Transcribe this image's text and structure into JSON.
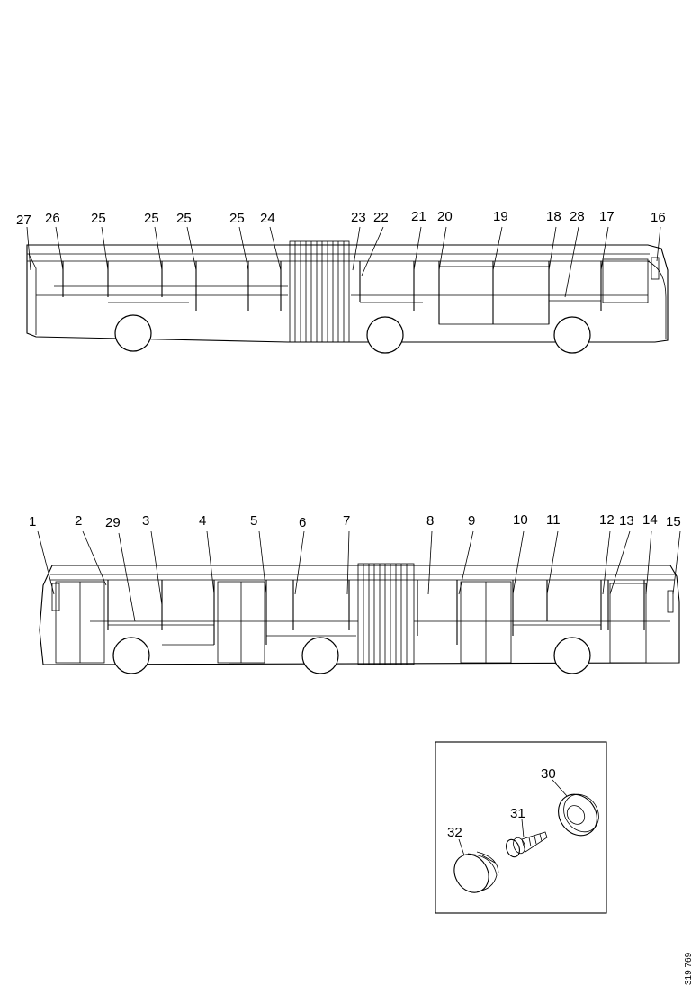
{
  "upper_view": {
    "callouts": [
      {
        "id": "c27",
        "label": "27"
      },
      {
        "id": "c26",
        "label": "26"
      },
      {
        "id": "c25a",
        "label": "25"
      },
      {
        "id": "c25b",
        "label": "25"
      },
      {
        "id": "c25c",
        "label": "25"
      },
      {
        "id": "c25d",
        "label": "25"
      },
      {
        "id": "c24",
        "label": "24"
      },
      {
        "id": "c23",
        "label": "23"
      },
      {
        "id": "c22",
        "label": "22"
      },
      {
        "id": "c21",
        "label": "21"
      },
      {
        "id": "c20",
        "label": "20"
      },
      {
        "id": "c19",
        "label": "19"
      },
      {
        "id": "c18",
        "label": "18"
      },
      {
        "id": "c28",
        "label": "28"
      },
      {
        "id": "c17",
        "label": "17"
      },
      {
        "id": "c16",
        "label": "16"
      }
    ]
  },
  "lower_view": {
    "callouts": [
      {
        "id": "c1",
        "label": "1"
      },
      {
        "id": "c2",
        "label": "2"
      },
      {
        "id": "c29",
        "label": "29"
      },
      {
        "id": "c3",
        "label": "3"
      },
      {
        "id": "c4",
        "label": "4"
      },
      {
        "id": "c5",
        "label": "5"
      },
      {
        "id": "c6",
        "label": "6"
      },
      {
        "id": "c7",
        "label": "7"
      },
      {
        "id": "c8",
        "label": "8"
      },
      {
        "id": "c9",
        "label": "9"
      },
      {
        "id": "c10",
        "label": "10"
      },
      {
        "id": "c11",
        "label": "11"
      },
      {
        "id": "c12",
        "label": "12"
      },
      {
        "id": "c13",
        "label": "13"
      },
      {
        "id": "c14",
        "label": "14"
      },
      {
        "id": "c15",
        "label": "15"
      }
    ]
  },
  "detail_box": {
    "callouts": [
      {
        "id": "c30",
        "label": "30"
      },
      {
        "id": "c31",
        "label": "31"
      },
      {
        "id": "c32",
        "label": "32"
      }
    ]
  },
  "reference_code": "319 769"
}
